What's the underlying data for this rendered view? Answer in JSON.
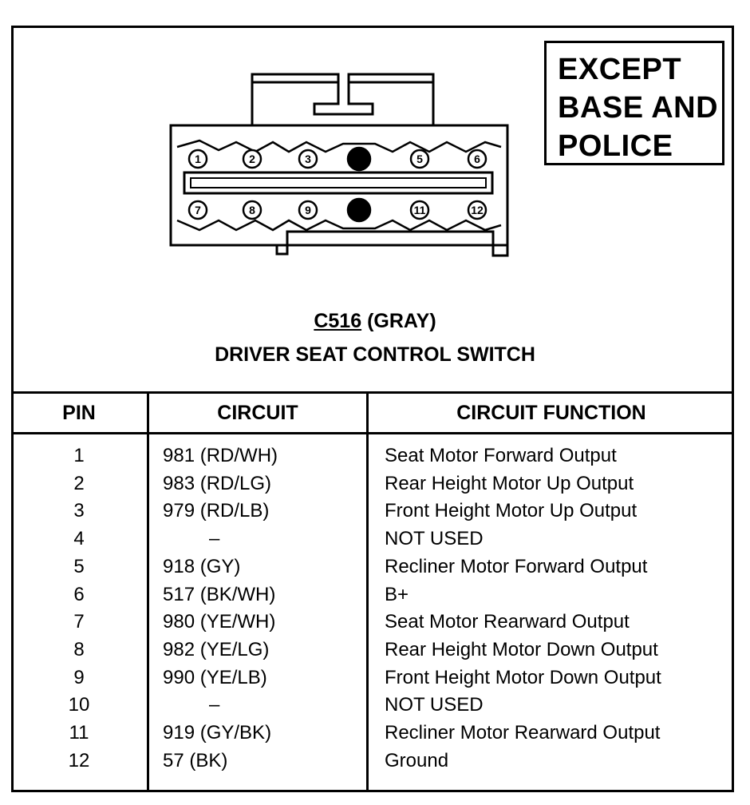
{
  "badge": {
    "line1": "EXCEPT",
    "line2": "BASE AND",
    "line3": "POLICE"
  },
  "connector": {
    "code": "C516",
    "color": "(GRAY)",
    "name": "DRIVER SEAT CONTROL SWITCH",
    "top_row_pins": [
      "1",
      "2",
      "3",
      "",
      "5",
      "6"
    ],
    "bottom_row_pins": [
      "7",
      "8",
      "9",
      "",
      "11",
      "12"
    ]
  },
  "table": {
    "headers": {
      "pin": "PIN",
      "circuit": "CIRCUIT",
      "function": "CIRCUIT FUNCTION"
    },
    "rows": [
      {
        "pin": "1",
        "circuit": "981 (RD/WH)",
        "function": "Seat Motor Forward Output"
      },
      {
        "pin": "2",
        "circuit": "983 (RD/LG)",
        "function": "Rear Height Motor Up Output"
      },
      {
        "pin": "3",
        "circuit": "979 (RD/LB)",
        "function": "Front Height Motor Up Output"
      },
      {
        "pin": "4",
        "circuit": "–",
        "function": "NOT USED"
      },
      {
        "pin": "5",
        "circuit": "918 (GY)",
        "function": "Recliner Motor Forward Output"
      },
      {
        "pin": "6",
        "circuit": "517 (BK/WH)",
        "function": "B+"
      },
      {
        "pin": "7",
        "circuit": "980 (YE/WH)",
        "function": "Seat Motor Rearward Output"
      },
      {
        "pin": "8",
        "circuit": "982 (YE/LG)",
        "function": "Rear Height Motor Down Output"
      },
      {
        "pin": "9",
        "circuit": "990 (YE/LB)",
        "function": "Front Height Motor Down Output"
      },
      {
        "pin": "10",
        "circuit": "–",
        "function": "NOT USED"
      },
      {
        "pin": "11",
        "circuit": "919 (GY/BK)",
        "function": "Recliner Motor Rearward Output"
      },
      {
        "pin": "12",
        "circuit": "57 (BK)",
        "function": "Ground"
      }
    ]
  }
}
